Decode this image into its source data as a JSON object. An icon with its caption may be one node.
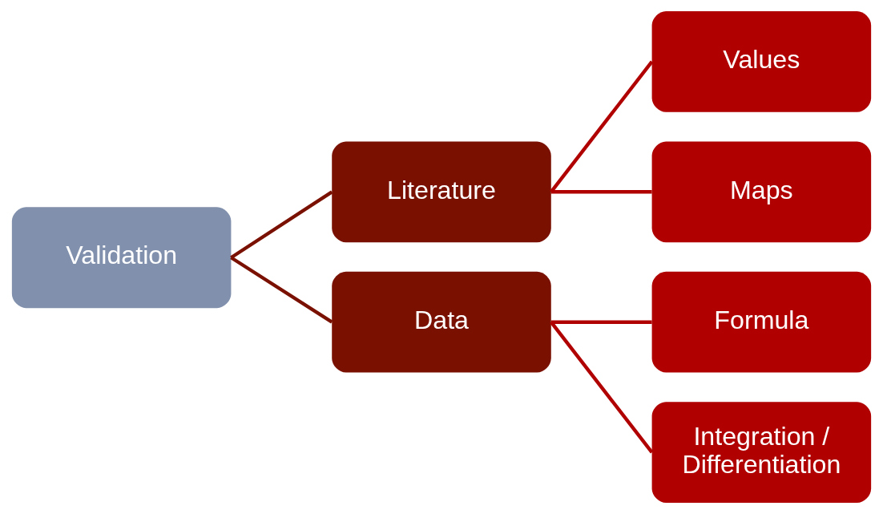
{
  "diagram": {
    "nodes": [
      {
        "text": [
          "Validation"
        ]
      },
      {
        "text": [
          "Literature"
        ]
      },
      {
        "text": [
          "Values"
        ]
      },
      {
        "text": [
          "Maps"
        ]
      },
      {
        "text": [
          "Data"
        ]
      },
      {
        "text": [
          "Formula"
        ]
      },
      {
        "text": [
          "Integration / Differentiation"
        ]
      }
    ],
    "edges": [
      {
        "from": 0,
        "to": 1,
        "arrow": "none",
        "color": "#7a1000"
      },
      {
        "from": 0,
        "to": 4,
        "arrow": "none",
        "color": "#7a1000"
      },
      {
        "from": 1,
        "to": 2,
        "arrow": "none"
      },
      {
        "from": 1,
        "to": 3,
        "arrow": "none"
      },
      {
        "from": 4,
        "to": 5,
        "arrow": "none"
      },
      {
        "from": 4,
        "to": 6,
        "arrow": "none"
      }
    ]
  }
}
